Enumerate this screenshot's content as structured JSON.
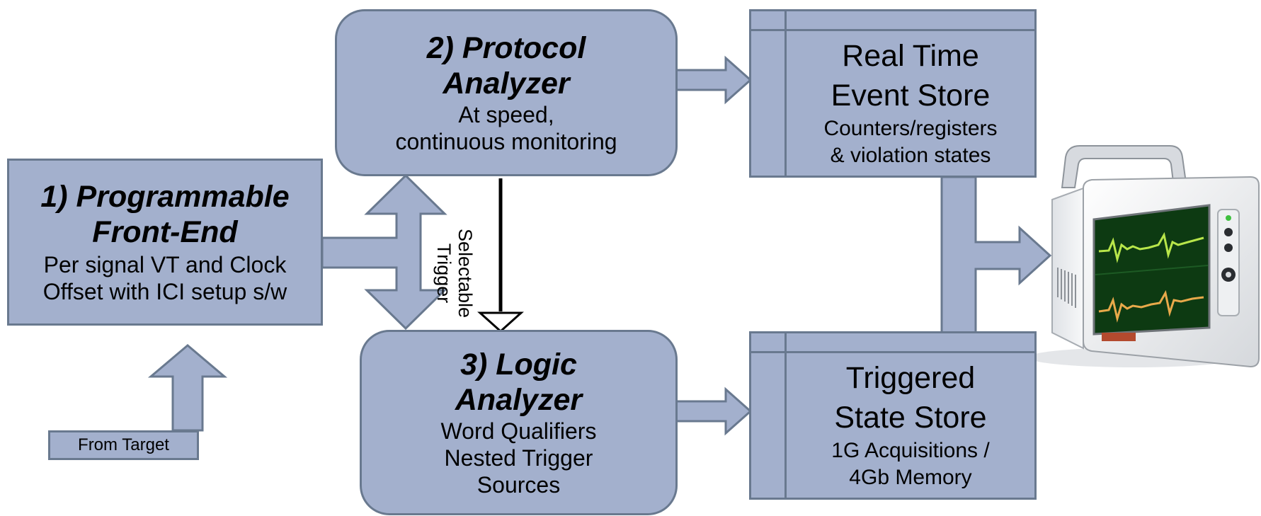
{
  "boxes": {
    "front_end": {
      "title": [
        "1) Programmable",
        "Front-End"
      ],
      "desc": [
        "Per signal VT and Clock",
        "Offset with ICI setup s/w"
      ]
    },
    "protocol": {
      "title": [
        "2) Protocol",
        "Analyzer"
      ],
      "desc": [
        "At speed,",
        "continuous monitoring"
      ]
    },
    "logic": {
      "title": [
        "3) Logic",
        "Analyzer"
      ],
      "desc": [
        "Word Qualifiers",
        "Nested Trigger",
        "Sources"
      ]
    },
    "realtime_store": {
      "title": [
        "Real Time",
        "Event Store"
      ],
      "desc": [
        "Counters/registers",
        "& violation states"
      ]
    },
    "triggered_store": {
      "title": [
        "Triggered",
        "State Store"
      ],
      "desc": [
        "1G Acquisitions /",
        "4Gb Memory"
      ]
    }
  },
  "labels": {
    "from_target": "From Target",
    "selectable_trigger": [
      "Selectable",
      "Trigger"
    ]
  },
  "colors": {
    "box_fill": "#a3b0cd",
    "box_border": "#69798f",
    "monitor_screen": "#0d3a12",
    "trace_green": "#b8e64a",
    "trace_orange": "#e8a94a"
  },
  "icons": {
    "monitor": "patient-monitor-icon"
  }
}
